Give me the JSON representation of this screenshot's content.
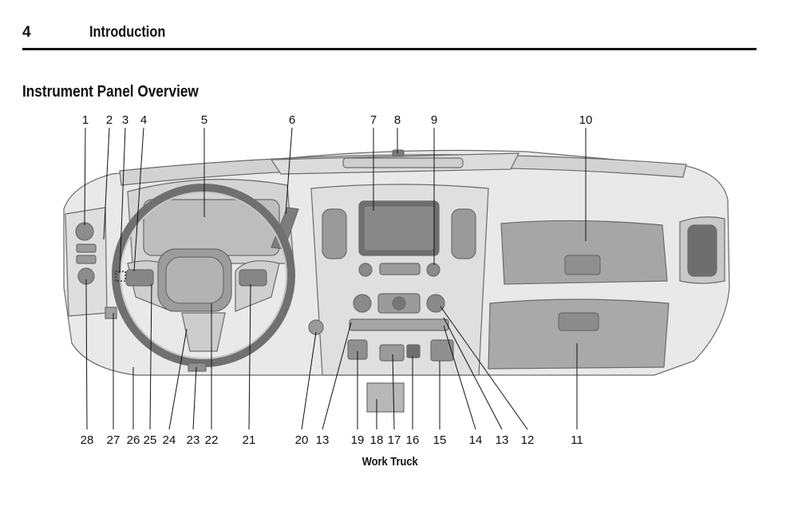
{
  "header": {
    "page_number": "4",
    "chapter": "Introduction"
  },
  "section_title": "Instrument Panel Overview",
  "figure": {
    "caption": "Work Truck",
    "top_callouts": [
      "1",
      "2",
      "3",
      "4",
      "5",
      "6",
      "7",
      "8",
      "9",
      "10"
    ],
    "bottom_callouts": [
      "28",
      "27",
      "26",
      "25",
      "24",
      "23",
      "22",
      "21",
      "20",
      "13",
      "19",
      "18",
      "17",
      "16",
      "15",
      "14",
      "13",
      "12",
      "11"
    ]
  }
}
